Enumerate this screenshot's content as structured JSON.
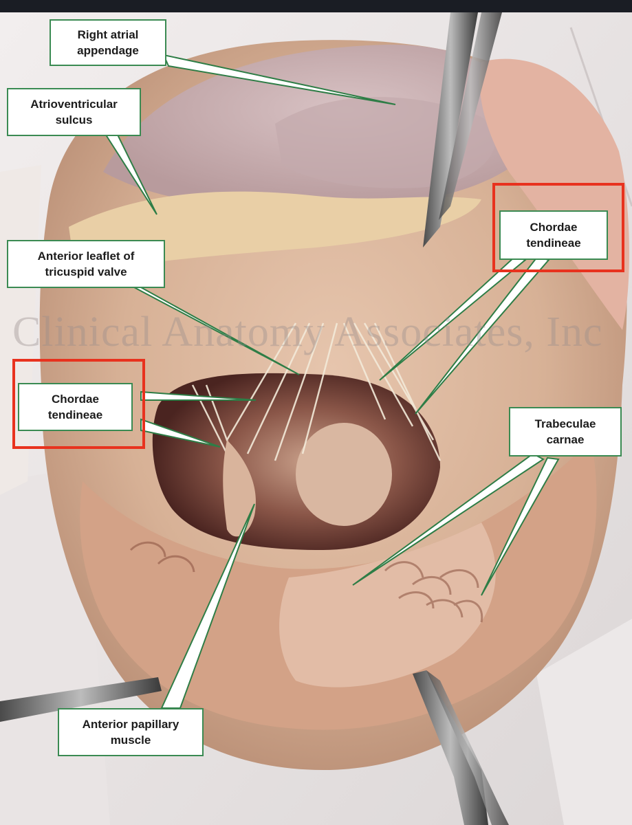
{
  "image": {
    "watermark": "Clinical Anatomy Associates, Inc",
    "colors": {
      "leader": "#2e7d46",
      "label_border": "#3a8a52",
      "highlight": "#e8321e",
      "tissue": "#d9b79d"
    }
  },
  "labels": {
    "right_atrial_appendage": "Right atrial\nappendage",
    "atrioventricular_sulcus": "Atrioventricular\nsulcus",
    "anterior_leaflet": "Anterior leaflet of\ntricuspid valve",
    "chordae_right": "Chordae\ntendineae",
    "chordae_left": "Chordae\ntendineae",
    "trabeculae_carnae": "Trabeculae\ncarnae",
    "anterior_papillary_muscle": "Anterior papillary\nmuscle"
  }
}
